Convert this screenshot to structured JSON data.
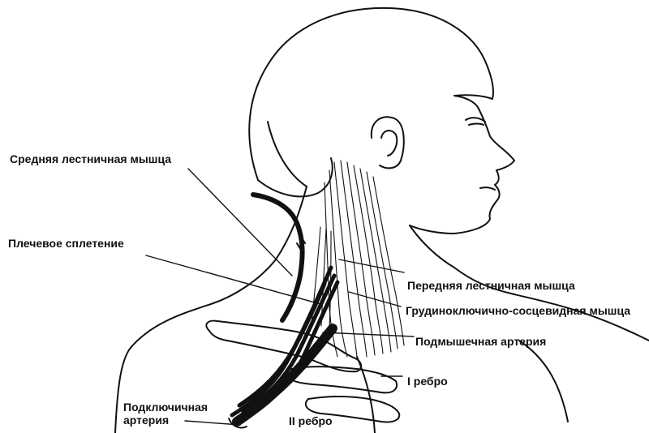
{
  "labels": {
    "middle_scalene": "Средняя лестничная мышца",
    "brachial_plexus": "Плечевое сплетение",
    "anterior_scalene": "Передняя лестничная мышца",
    "sternocleidomastoid": "Грудиноключично-сосцевидная мышца",
    "axillary_artery": "Подмышечная артерия",
    "first_rib": "I ребро",
    "subclavian_artery_line1": "Подключичная",
    "subclavian_artery_line2": "артерия",
    "second_rib": "II ребро"
  },
  "colors": {
    "ink": "#111111",
    "background": "#ffffff"
  }
}
